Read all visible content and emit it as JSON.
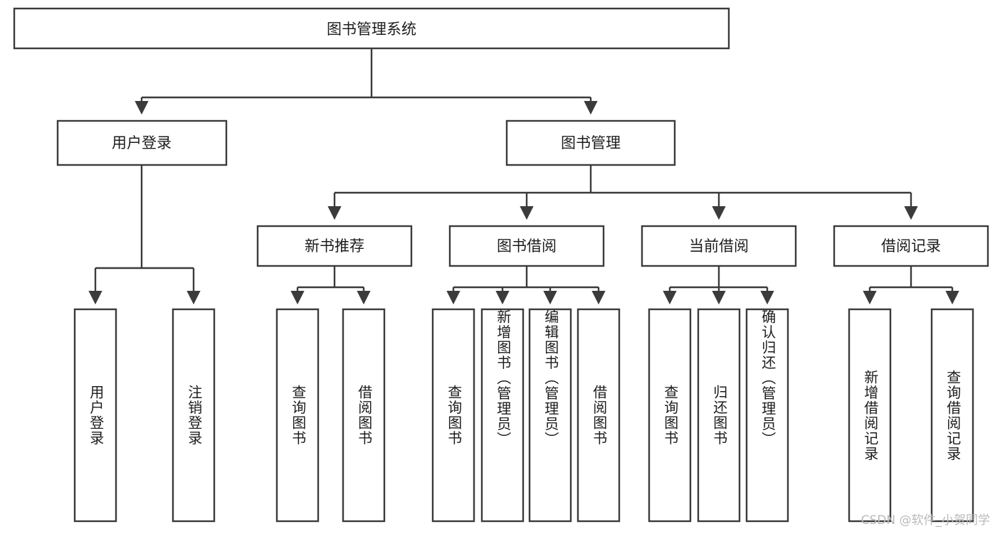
{
  "diagram": {
    "title": "图书管理系统",
    "type": "tree-hierarchy",
    "root": {
      "id": "root",
      "label": "图书管理系统",
      "orientation": "horizontal"
    },
    "level2": [
      {
        "id": "user-login",
        "label": "用户登录",
        "orientation": "horizontal"
      },
      {
        "id": "book-manage",
        "label": "图书管理",
        "orientation": "horizontal"
      }
    ],
    "level3": [
      {
        "id": "new-book-recommend",
        "label": "新书推荐",
        "orientation": "horizontal",
        "parent": "book-manage"
      },
      {
        "id": "book-borrow",
        "label": "图书借阅",
        "orientation": "horizontal",
        "parent": "book-manage"
      },
      {
        "id": "current-borrow",
        "label": "当前借阅",
        "orientation": "horizontal",
        "parent": "book-manage"
      },
      {
        "id": "borrow-record",
        "label": "借阅记录",
        "orientation": "horizontal",
        "parent": "book-manage"
      }
    ],
    "leaves": [
      {
        "id": "leaf-user-login",
        "label": "用户登录",
        "orientation": "vertical",
        "parent": "user-login"
      },
      {
        "id": "leaf-user-logout",
        "label": "注销登录",
        "orientation": "vertical",
        "parent": "user-login"
      },
      {
        "id": "leaf-query-book-1",
        "label": "查询图书",
        "orientation": "vertical",
        "parent": "new-book-recommend"
      },
      {
        "id": "leaf-borrow-book-1",
        "label": "借阅图书",
        "orientation": "vertical",
        "parent": "new-book-recommend"
      },
      {
        "id": "leaf-query-book-2",
        "label": "查询图书",
        "orientation": "vertical",
        "parent": "book-borrow"
      },
      {
        "id": "leaf-add-book",
        "label": "新增图书（管理员）",
        "orientation": "vertical",
        "parent": "book-borrow"
      },
      {
        "id": "leaf-edit-book",
        "label": "编辑图书（管理员）",
        "orientation": "vertical",
        "parent": "book-borrow"
      },
      {
        "id": "leaf-borrow-book-2",
        "label": "借阅图书",
        "orientation": "vertical",
        "parent": "book-borrow"
      },
      {
        "id": "leaf-query-book-3",
        "label": "查询图书",
        "orientation": "vertical",
        "parent": "current-borrow"
      },
      {
        "id": "leaf-return-book",
        "label": "归还图书",
        "orientation": "vertical",
        "parent": "current-borrow"
      },
      {
        "id": "leaf-confirm-return",
        "label": "确认归还（管理员）",
        "orientation": "vertical",
        "parent": "current-borrow"
      },
      {
        "id": "leaf-add-record",
        "label": "新增借阅记录",
        "orientation": "vertical",
        "parent": "borrow-record"
      },
      {
        "id": "leaf-query-record",
        "label": "查询借阅记录",
        "orientation": "vertical",
        "parent": "borrow-record"
      }
    ],
    "colors": {
      "box_stroke": "#3b3b3b",
      "box_fill": "#ffffff",
      "text": "#1c1c1c",
      "connector": "#3b3b3b",
      "watermark": "#b9b9b9",
      "background": "#ffffff"
    }
  },
  "watermark": {
    "text": "CSDN @软件_小贺同学"
  }
}
